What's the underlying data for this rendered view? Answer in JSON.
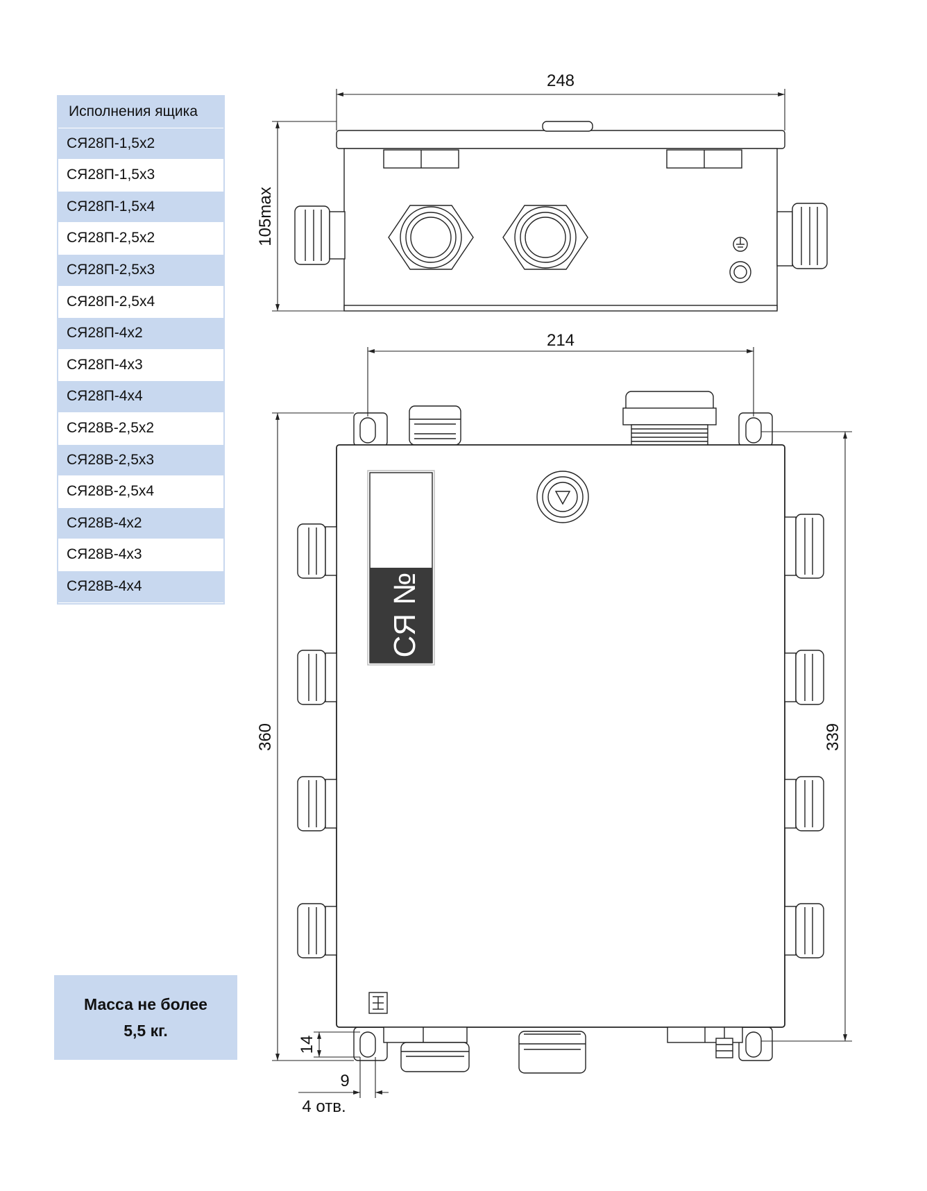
{
  "variants_table": {
    "header": "Исполнения ящика",
    "rows": [
      "СЯ28П-1,5х2",
      "СЯ28П-1,5х3",
      "СЯ28П-1,5х4",
      "СЯ28П-2,5х2",
      "СЯ28П-2,5х3",
      "СЯ28П-2,5х4",
      "СЯ28П-4х2",
      "СЯ28П-4х3",
      "СЯ28П-4х4",
      "СЯ28В-2,5х2",
      "СЯ28В-2,5х3",
      "СЯ28В-2,5х4",
      "СЯ28В-4х2",
      "СЯ28В-4х3",
      "СЯ28В-4х4"
    ]
  },
  "mass_note": {
    "line1": "Масса не более",
    "line2": "5,5 кг."
  },
  "dimensions": {
    "overall_width": "248",
    "height_max": "105max",
    "mount_spacing": "214",
    "overall_height": "360",
    "mount_height": "339",
    "slot_height": "14",
    "slot_width": "9",
    "holes_note": "4 отв."
  },
  "nameplate": {
    "label": "СЯ №"
  },
  "colors": {
    "table_fill": "#c8d8ef",
    "nameplate_dark": "#3a3a3a",
    "line": "#222222"
  }
}
